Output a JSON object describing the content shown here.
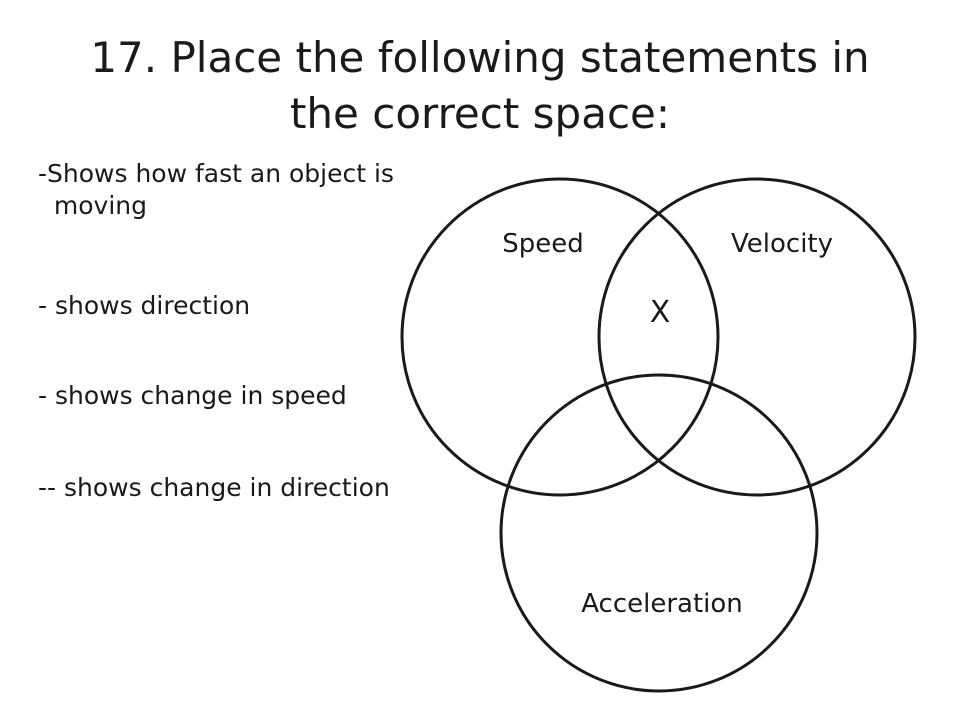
{
  "title": {
    "line1": "17.  Place the following statements in",
    "line2": "the correct space:"
  },
  "statements": [
    "-Shows how fast an object is",
    "  moving",
    "- shows direction",
    "- shows change in speed",
    "-- shows change in direction"
  ],
  "venn": {
    "labels": {
      "speed": "Speed",
      "velocity": "Velocity",
      "acceleration": "Acceleration",
      "intersection": "X"
    },
    "stroke_color": "#1a1a1a"
  }
}
